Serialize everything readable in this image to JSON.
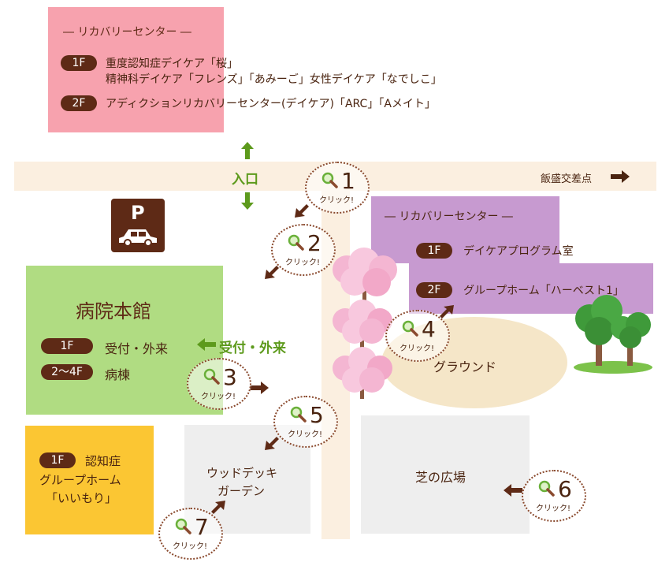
{
  "top_box": {
    "title": "― リカバリーセンター ―",
    "rows": [
      {
        "floor": "1F",
        "lines": [
          "重度認知症デイケア「桜」",
          "精神科デイケア「フレンズ」「あみーご」女性デイケア「なでしこ」"
        ]
      },
      {
        "floor": "2F",
        "lines": [
          "アディクションリカバリーセンター(デイケア)「ARC」「Aメイト」"
        ]
      }
    ]
  },
  "road": {
    "entrance_label": "入口",
    "intersection_label": "飯盛交差点"
  },
  "parking": {
    "label": "P"
  },
  "main_building": {
    "title": "病院本館",
    "rows": [
      {
        "floor": "1F",
        "text": "受付・外来"
      },
      {
        "floor": "2〜4F",
        "text": "病棟"
      }
    ],
    "reception_arrow_label": "受付・外来"
  },
  "right_box": {
    "title": "― リカバリーセンター ―",
    "rows": [
      {
        "floor": "1F",
        "text": "デイケアプログラム室"
      },
      {
        "floor": "2F",
        "text": "グループホーム「ハーベスト1」"
      }
    ]
  },
  "ground": {
    "label": "グラウンド"
  },
  "dementia_box": {
    "floor": "1F",
    "line1": "認知症",
    "line2": "グループホーム",
    "line3": "「いいもり」"
  },
  "wood_deck": {
    "line1": "ウッドデッキ",
    "line2": "ガーデン"
  },
  "lawn": {
    "label": "芝の広場"
  },
  "pins": [
    {
      "num": "1",
      "click": "クリック!"
    },
    {
      "num": "2",
      "click": "クリック!"
    },
    {
      "num": "3",
      "click": "クリック!"
    },
    {
      "num": "4",
      "click": "クリック!"
    },
    {
      "num": "5",
      "click": "クリック!"
    },
    {
      "num": "6",
      "click": "クリック!"
    },
    {
      "num": "7",
      "click": "クリック!"
    }
  ],
  "colors": {
    "pink_box": "#f7a2ae",
    "purple_box": "#c79ad0",
    "green_box": "#b0dc82",
    "yellow_box": "#fbc633",
    "road": "#fbefe0",
    "gray_area": "#eeeeee",
    "ground": "#f5e6c8",
    "pill": "#5e2a16",
    "green_arrow": "#5d9a1c"
  }
}
